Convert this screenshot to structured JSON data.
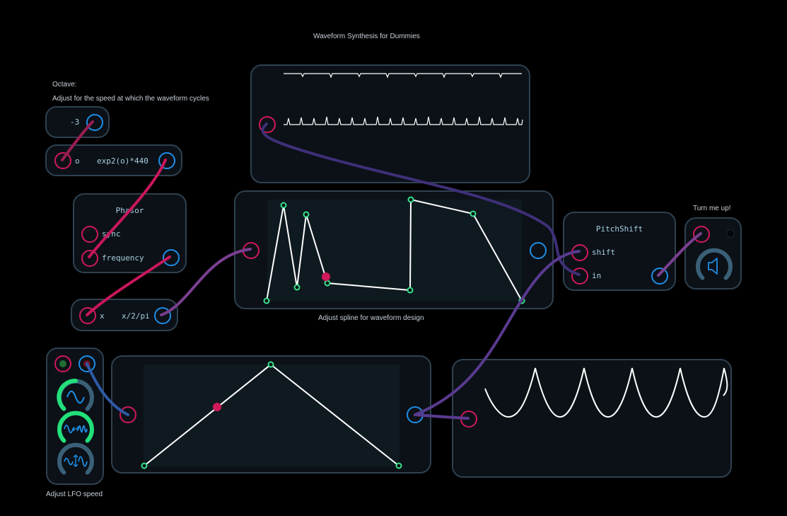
{
  "page_title": "Waveform Synthesis for Dummies",
  "octave": {
    "title": "Octave:",
    "description": "Adjust for the speed at which the waveform cycles",
    "value": "-3"
  },
  "expr_node": {
    "input": "o",
    "expression": "exp2(o)*440"
  },
  "phasor": {
    "title": "Phasor",
    "inputs": [
      "sync",
      "frequency"
    ]
  },
  "x_node": {
    "input": "x",
    "expression": "x/2/pi"
  },
  "spline_label": "Adjust spline for waveform design",
  "pitch_shift": {
    "title": "PitchShift",
    "inputs": [
      "shift",
      "in"
    ]
  },
  "output": {
    "label": "Turn me up!",
    "icon": "speaker-icon"
  },
  "lfo_label": "Adjust LFO speed",
  "lfo_knobs": [
    {
      "icon": "sine-wave-icon",
      "level": 0.5,
      "color": "#22e07a"
    },
    {
      "icon": "frequency-mod-icon",
      "level": 1.0,
      "color": "#22e07a"
    },
    {
      "icon": "amplitude-mod-icon",
      "level": 0.0,
      "color": "#3a6078"
    }
  ],
  "volume_knob": {
    "icon": "speaker-icon",
    "level": 0.0
  },
  "colors": {
    "input_port": "#d1195a",
    "output_port": "#1e8ee6",
    "control_point": "#37e38a",
    "wire_pink": "#c8175c",
    "wire_purple": "#5a3a90",
    "wire_blue": "#2f5aa8"
  }
}
